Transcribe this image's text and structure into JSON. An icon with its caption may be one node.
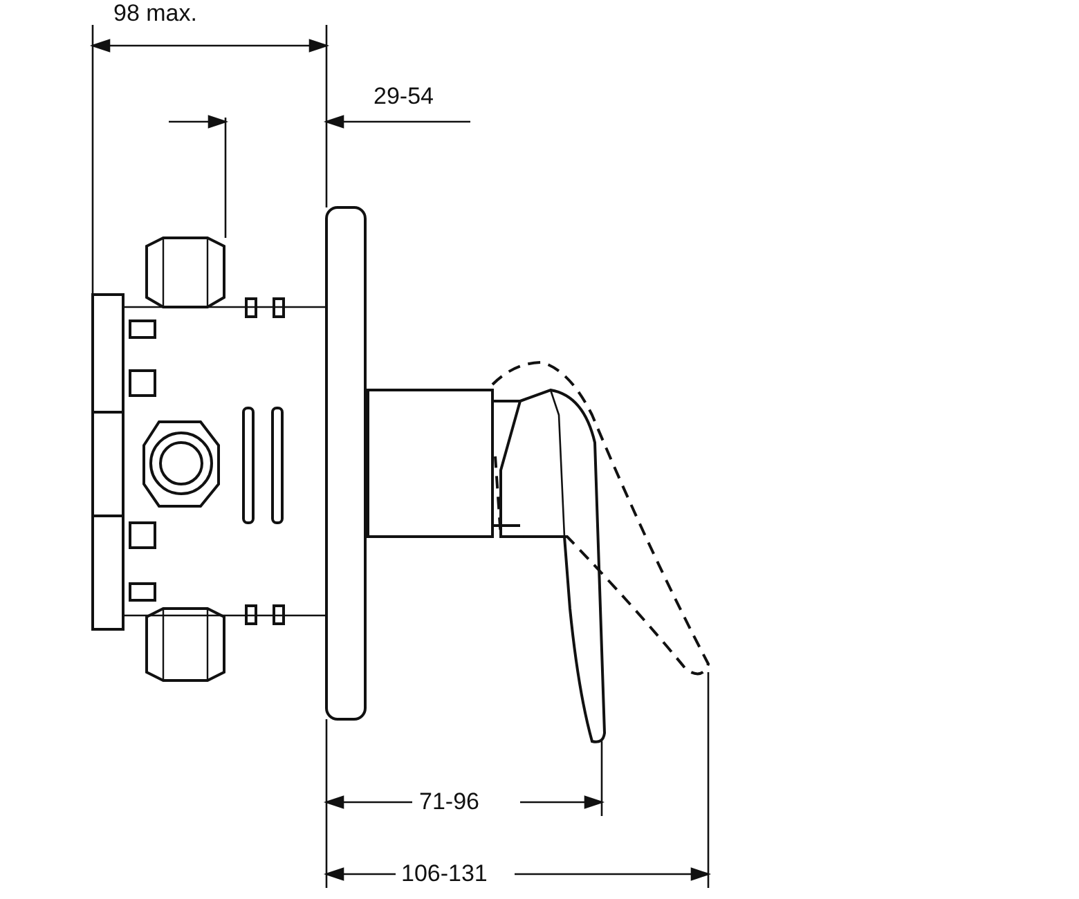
{
  "diagram": {
    "labels": [
      "98 max.",
      "29-54",
      "71-96",
      "106-131"
    ]
  }
}
